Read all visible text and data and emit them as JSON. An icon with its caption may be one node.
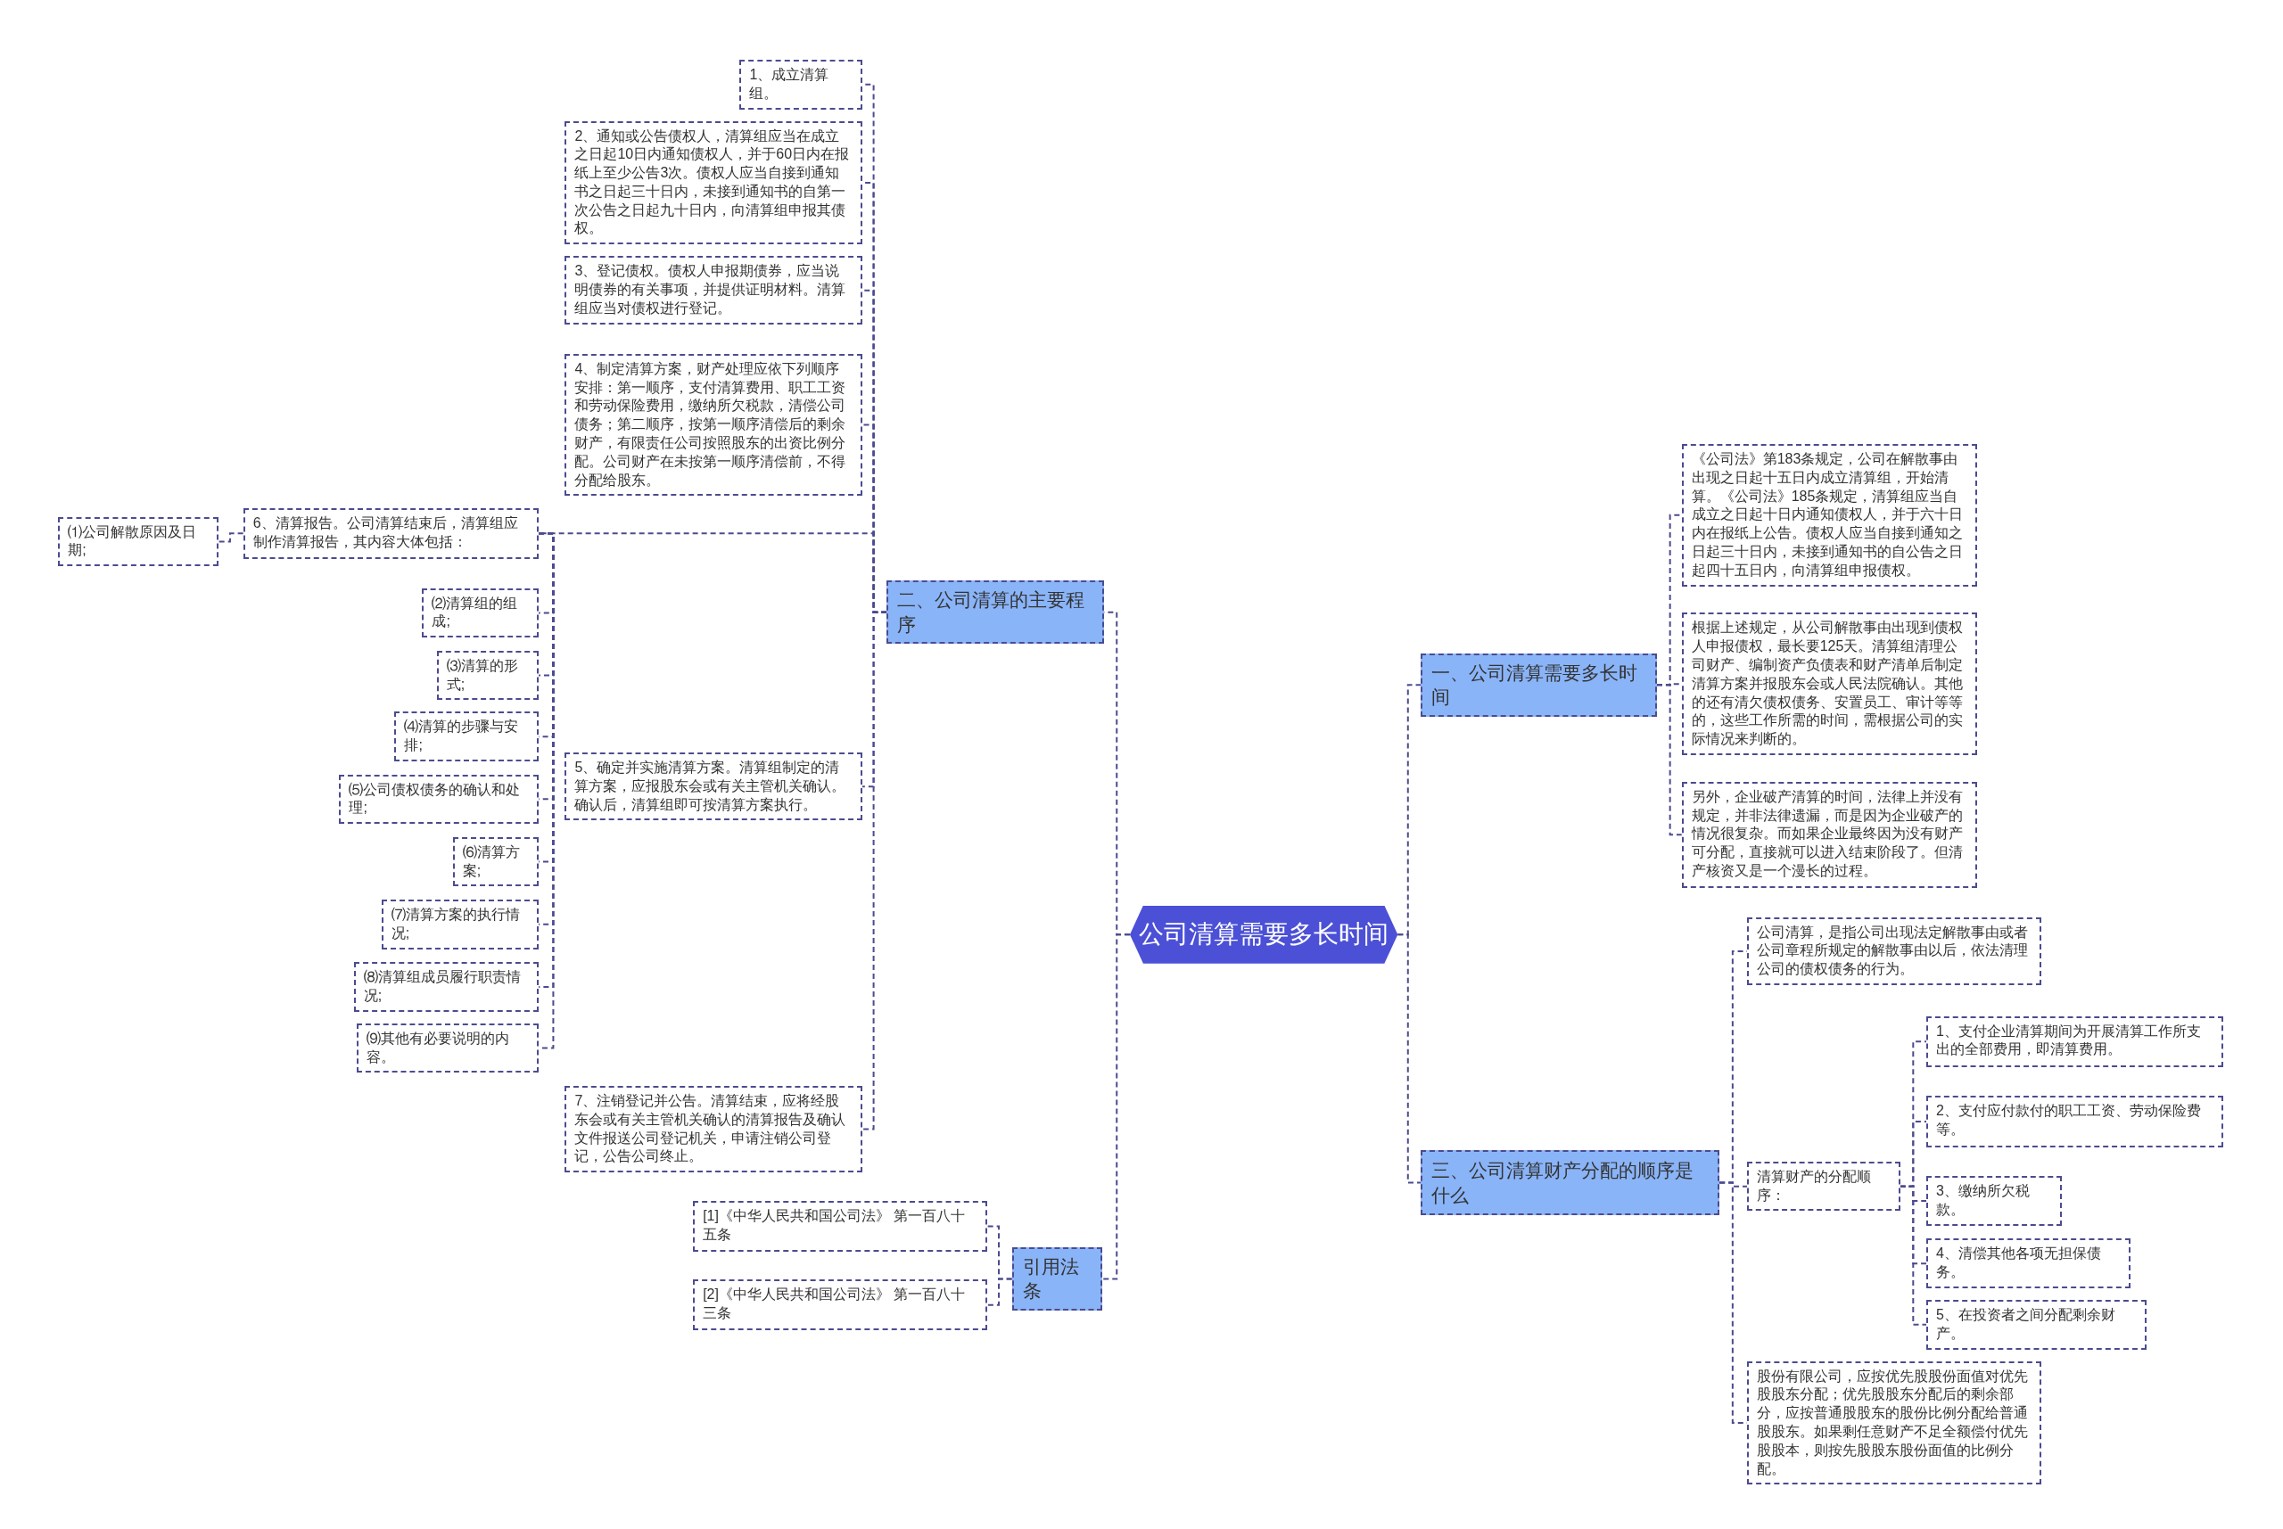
{
  "diagram": {
    "nodes": [
      {
        "text": [
          "公司清算需要多长时间"
        ]
      },
      {
        "text": [
          "一、公司清算需要多长时间"
        ]
      },
      {
        "text": [
          "《公司法》第183条规定，公司在解散事由出现之日起十五日内成立清算组，开始清算。《公司法》185条规定，清算组应当自成立之日起十日内通知债权人，并于六十日内在报纸上公告。债权人应当自接到通知之日起三十日内，未接到通知书的自公告之日起四十五日内，向清算组申报债权。"
        ]
      },
      {
        "text": [
          "根据上述规定，从公司解散事由出现到债权人申报债权，最长要125天。清算组清理公司财产、编制资产负债表和财产清单后制定清算方案并报股东会或人民法院确认。其他的还有清欠债权债务、安置员工、审计等等的，这些工作所需的时间，需根据公司的实际情况来判断的。"
        ]
      },
      {
        "text": [
          "另外，企业破产清算的时间，法律上并没有规定，并非法律遗漏，而是因为企业破产的情况很复杂。而如果企业最终因为没有财产可分配，直接就可以进入结束阶段了。但清产核资又是一个漫长的过程。"
        ]
      },
      {
        "text": [
          "二、公司清算的主要程序"
        ]
      },
      {
        "text": [
          "1、成立清算组。"
        ]
      },
      {
        "text": [
          "2、通知或公告债权人，清算组应当在成立之日起10日内通知债权人，并于60日内在报纸上至少公告3次。债权人应当自接到通知书之日起三十日内，未接到通知书的自第一次公告之日起九十日内，向清算组申报其债权。"
        ]
      },
      {
        "text": [
          "3、登记债权。债权人申报期债券，应当说明债券的有关事项，并提供证明材料。清算组应当对债权进行登记。"
        ]
      },
      {
        "text": [
          "4、制定清算方案，财产处理应依下列顺序安排：第一顺序，支付清算费用、职工工资和劳动保险费用，缴纳所欠税款，清偿公司债务；第二顺序，按第一顺序清偿后的剩余财产，有限责任公司按照股东的出资比例分配。公司财产在未按第一顺序清偿前，不得分配给股东。"
        ]
      },
      {
        "text": [
          "6、清算报告。公司清算结束后，清算组应制作清算报告，其内容大体包括："
        ]
      },
      {
        "text": [
          "⑴公司解散原因及日期;"
        ]
      },
      {
        "text": [
          "⑵清算组的组成;"
        ]
      },
      {
        "text": [
          "⑶清算的形式;"
        ]
      },
      {
        "text": [
          "⑷清算的步骤与安排;"
        ]
      },
      {
        "text": [
          "⑸公司债权债务的确认和处理;"
        ]
      },
      {
        "text": [
          "⑹清算方案;"
        ]
      },
      {
        "text": [
          "⑺清算方案的执行情况;"
        ]
      },
      {
        "text": [
          "⑻清算组成员履行职责情况;"
        ]
      },
      {
        "text": [
          "⑼其他有必要说明的内容。"
        ]
      },
      {
        "text": [
          "5、确定并实施清算方案。清算组制定的清算方案，应报股东会或有关主管机关确认。确认后，清算组即可按清算方案执行。"
        ]
      },
      {
        "text": [
          "7、注销登记并公告。清算结束，应将经股东会或有关主管机关确认的清算报告及确认文件报送公司登记机关，申请注销公司登记，公告公司终止。"
        ]
      },
      {
        "text": [
          "引用法条"
        ]
      },
      {
        "text": [
          "[1]《中华人民共和国公司法》 第一百八十五条"
        ]
      },
      {
        "text": [
          "[2]《中华人民共和国公司法》 第一百八十三条"
        ]
      },
      {
        "text": [
          "三、公司清算财产分配的顺序是什么"
        ]
      },
      {
        "text": [
          "公司清算，是指公司出现法定解散事由或者公司章程所规定的解散事由以后，依法清理公司的债权债务的行为。"
        ]
      },
      {
        "text": [
          "清算财产的分配顺序："
        ]
      },
      {
        "text": [
          "1、支付企业清算期间为开展清算工作所支出的全部费用，即清算费用。"
        ]
      },
      {
        "text": [
          "2、支付应付款付的职工工资、劳动保险费等。"
        ]
      },
      {
        "text": [
          "3、缴纳所欠税款。"
        ]
      },
      {
        "text": [
          "4、清偿其他各项无担保债务。"
        ]
      },
      {
        "text": [
          "5、在投资者之间分配剩余财产。"
        ]
      },
      {
        "text": [
          "股份有限公司，应按优先股股份面值对优先股股东分配；优先股股东分配后的剩余部分，应按普通股股东的股份比例分配给普通股股东。如果剩任意财产不足全额偿付优先股股本，则按先股股东股份面值的比例分配。"
        ]
      }
    ],
    "edges": [
      {
        "from": 0,
        "to": 1,
        "arrow": "none"
      },
      {
        "from": 0,
        "to": 5,
        "arrow": "none"
      },
      {
        "from": 0,
        "to": 22,
        "arrow": "none"
      },
      {
        "from": 0,
        "to": 25,
        "arrow": "none"
      },
      {
        "from": 1,
        "to": 2,
        "arrow": "none"
      },
      {
        "from": 1,
        "to": 3,
        "arrow": "none"
      },
      {
        "from": 1,
        "to": 4,
        "arrow": "none"
      },
      {
        "from": 5,
        "to": 6,
        "arrow": "none"
      },
      {
        "from": 5,
        "to": 7,
        "arrow": "none"
      },
      {
        "from": 5,
        "to": 8,
        "arrow": "none"
      },
      {
        "from": 5,
        "to": 9,
        "arrow": "none"
      },
      {
        "from": 5,
        "to": 10,
        "arrow": "none"
      },
      {
        "from": 10,
        "to": 11,
        "arrow": "none"
      },
      {
        "from": 10,
        "to": 12,
        "arrow": "none"
      },
      {
        "from": 10,
        "to": 13,
        "arrow": "none"
      },
      {
        "from": 10,
        "to": 14,
        "arrow": "none"
      },
      {
        "from": 10,
        "to": 15,
        "arrow": "none"
      },
      {
        "from": 10,
        "to": 16,
        "arrow": "none"
      },
      {
        "from": 10,
        "to": 17,
        "arrow": "none"
      },
      {
        "from": 10,
        "to": 18,
        "arrow": "none"
      },
      {
        "from": 10,
        "to": 19,
        "arrow": "none"
      },
      {
        "from": 5,
        "to": 20,
        "arrow": "none"
      },
      {
        "from": 5,
        "to": 21,
        "arrow": "none"
      },
      {
        "from": 22,
        "to": 23,
        "arrow": "none"
      },
      {
        "from": 22,
        "to": 24,
        "arrow": "none"
      },
      {
        "from": 25,
        "to": 26,
        "arrow": "none"
      },
      {
        "from": 25,
        "to": 27,
        "arrow": "none"
      },
      {
        "from": 27,
        "to": 28,
        "arrow": "none"
      },
      {
        "from": 27,
        "to": 29,
        "arrow": "none"
      },
      {
        "from": 27,
        "to": 30,
        "arrow": "none"
      },
      {
        "from": 27,
        "to": 31,
        "arrow": "none"
      },
      {
        "from": 27,
        "to": 32,
        "arrow": "none"
      },
      {
        "from": 25,
        "to": 33,
        "arrow": "none"
      }
    ]
  }
}
